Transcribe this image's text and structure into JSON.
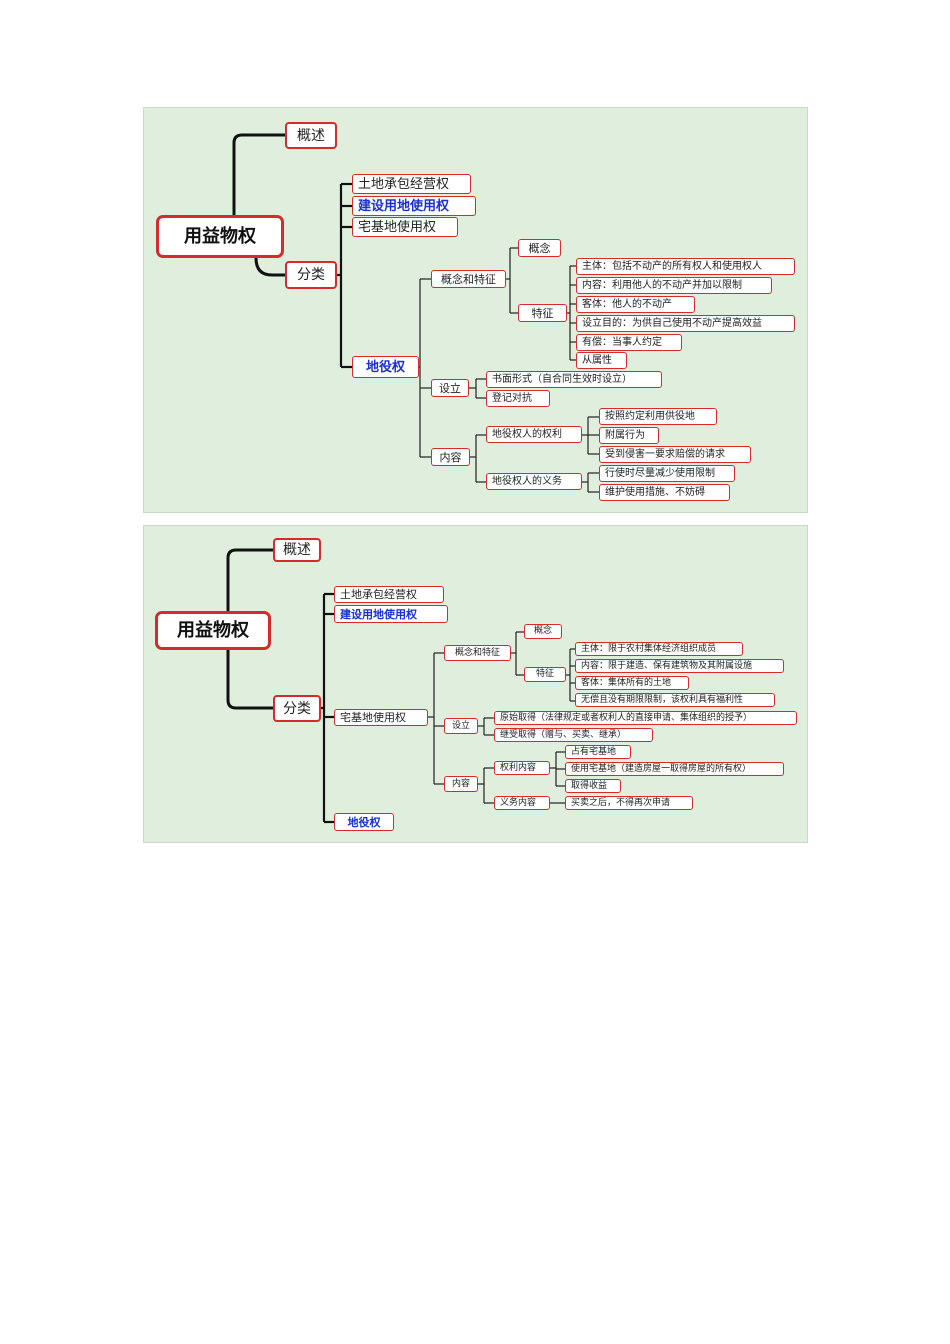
{
  "diagram1": {
    "root": "用益物权",
    "overview": "概述",
    "classification": "分类",
    "types": [
      "土地承包经营权",
      "建设用地使用权",
      "宅基地使用权"
    ],
    "easement": "地役权",
    "concept_features": "概念和特征",
    "concept": "概念",
    "features": "特征",
    "feature_items": [
      "主体：包括不动产的所有权人和使用权人",
      "内容：利用他人的不动产并加以限制",
      "客体：他人的不动产",
      "设立目的：为供自己使用不动产提高效益",
      "有偿：当事人约定",
      "从属性"
    ],
    "establishment": "设立",
    "establishment_items": [
      "书面形式（自合同生效时设立）",
      "登记对抗"
    ],
    "content": "内容",
    "rights_title": "地役权人的权利",
    "rights_items": [
      "按照约定利用供役地",
      "附属行为",
      "受到侵害一要求赔偿的请求"
    ],
    "duties_title": "地役权人的义务",
    "duties_items": [
      "行使时尽量减少使用限制",
      "维护使用措施、不妨碍"
    ]
  },
  "diagram2": {
    "root": "用益物权",
    "overview": "概述",
    "classification": "分类",
    "types": [
      "土地承包经营权",
      "建设用地使用权",
      "宅基地使用权",
      "地役权"
    ],
    "concept_features": "概念和特征",
    "concept": "概念",
    "features": "特征",
    "feature_items": [
      "主体：限于农村集体经济组织成员",
      "内容：限于建造、保有建筑物及其附属设施",
      "客体：集体所有的土地",
      "无偿且没有期限限制，该权利具有福利性"
    ],
    "establishment": "设立",
    "establishment_items": [
      "原始取得（法律规定或者权利人的直接申请、集体组织的授予）",
      "继受取得（赠与、买卖、继承）"
    ],
    "content": "内容",
    "rights_title": "权利内容",
    "rights_items": [
      "占有宅基地",
      "使用宅基地（建造房屋一取得房屋的所有权）",
      "取得收益"
    ],
    "duties_title": "义务内容",
    "duties_items": [
      "买卖之后，不得再次申请"
    ]
  },
  "colors": {
    "panel_bg": "#dfeedd",
    "node_border": "#d42b2b",
    "link_color": "#1a2fd6",
    "connector": "#111111"
  }
}
